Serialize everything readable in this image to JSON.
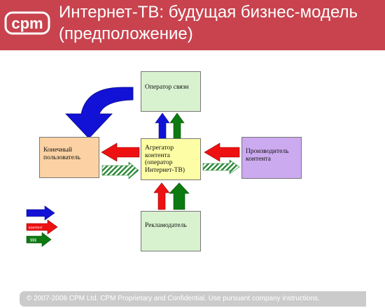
{
  "header": {
    "logo_text": "cpm",
    "title": "Интернет-ТВ: будущая бизнес-модель\n(предположение)"
  },
  "diagram": {
    "nodes": {
      "operator": "Оператор связи",
      "end_user": "Конечный пользователь",
      "aggregator": "Агрегатор контента (оператор Интернет-ТВ)",
      "producer": "Производитель контента",
      "advertiser": "Рекламодатель"
    },
    "legend": {
      "blue_label": "",
      "red_label": "контент",
      "green_label": "$$$"
    }
  },
  "footer": {
    "text": "© 2007-2008 CPM Ltd. CPM Proprietary and Confidential. Use pursuant company instructions."
  },
  "colors": {
    "header_bg": "#c8434e",
    "blue_arrow": "#1212d6",
    "red_arrow": "#ee1111",
    "green_arrow": "#0c7a10",
    "footer_bg": "#cbcbcb"
  }
}
